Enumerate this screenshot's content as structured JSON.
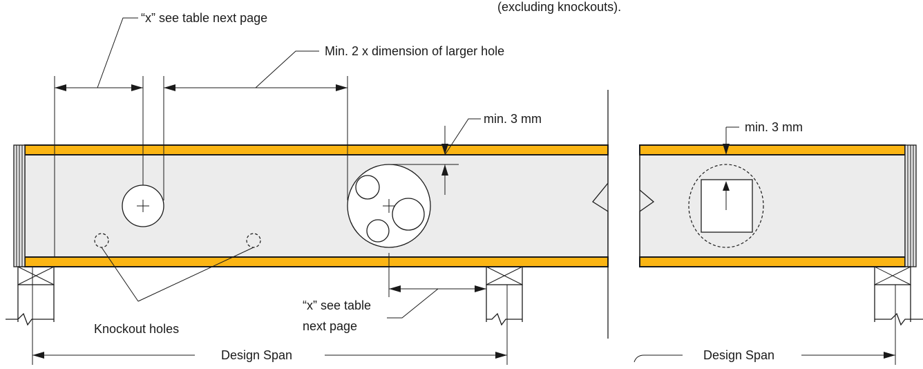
{
  "labels": {
    "top_note": "(excluding knockouts).",
    "x_see_table_top": "“x” see table next page",
    "min_2x_dimension": "Min. 2 x dimension of larger hole",
    "min_3mm_left": "min. 3 mm",
    "min_3mm_right": "min. 3 mm",
    "knockout_holes": "Knockout holes",
    "x_see_table_bottom_line1": "“x” see table",
    "x_see_table_bottom_line2": "next page",
    "design_span_left": "Design Span",
    "design_span_right": "Design Span"
  },
  "colors": {
    "flange": "#fbb514",
    "web": "#ececec",
    "line": "#1a1a1a"
  }
}
